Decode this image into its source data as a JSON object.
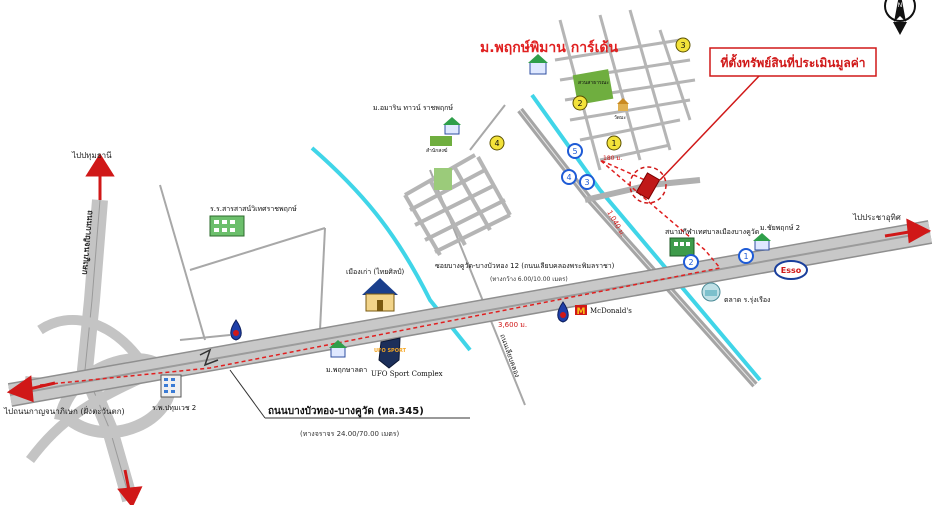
{
  "title": "ม.พฤกษ์พิมาน การ์เด้น",
  "subject_box": "ที่ตั้งทรัพย์สินที่ประเมินมูลค่า",
  "colors": {
    "road": "#b9b9b9",
    "road_edge": "#8f8f8f",
    "canal": "#3fd6ea",
    "route": "#e02020",
    "green": "#5a9a3a",
    "park": "#6fae3f",
    "blue": "#1e5bd6"
  },
  "directions": {
    "north": "ไปปทุมธานี",
    "west": "ไปถนนกาญจนาภิเษก (ฝั่งตะวันตก)",
    "east": "ไปประชาอุทิศ",
    "ring_road": "ถนนกาญจนาภิเษก"
  },
  "roads": {
    "main_name": "ถนนบางบัวทอง-บางคูวัด (ทล.345)",
    "main_width": "(ทางจราจร 24.00/70.00 เมตร)",
    "soi_name": "ซอยบางคูวัด-บางบัวทอง 12 (ถนนเลียบคลองพระพิมลราชา)",
    "soi_width": "(ทางกว้าง 6.00/10.00 เมตร)",
    "canal_road": "ถนนเลียบคลอง"
  },
  "distances": {
    "d1": "3,600 ม.",
    "d2": "1,040 ม.",
    "d3": "180 ม."
  },
  "landmarks": {
    "school": "ร.ร.สารสาสน์วิเทศราชพฤกษ์",
    "mueang_kao": "เมืองเก่า (ไทยศิลป์)",
    "mcdonalds": "McDonald's",
    "ufo": "UFO Sport Complex",
    "pruksa_village": "ม.พฤกษาลดา",
    "hospital": "ร.พ.ปทุมเวช 2",
    "amarin_village": "ม.อมาริน ทาวน์ ราชพฤกษ์",
    "green_label": "สำนักสงฆ์",
    "temple": "วัดมะ",
    "park_label": "สวนสาธารณะ",
    "chaiyaphruek2": "ม.ชัยพฤกษ์ 2",
    "stadium": "สนามกีฬาเทศบาลเมืองบางคูวัด",
    "market": "ตลาด ร.รุ่งเรือง",
    "esso": "Esso",
    "ufo_sign": "UFO SPORT",
    "compass": "N"
  },
  "markers": [
    "1",
    "2",
    "3",
    "4",
    "5"
  ]
}
